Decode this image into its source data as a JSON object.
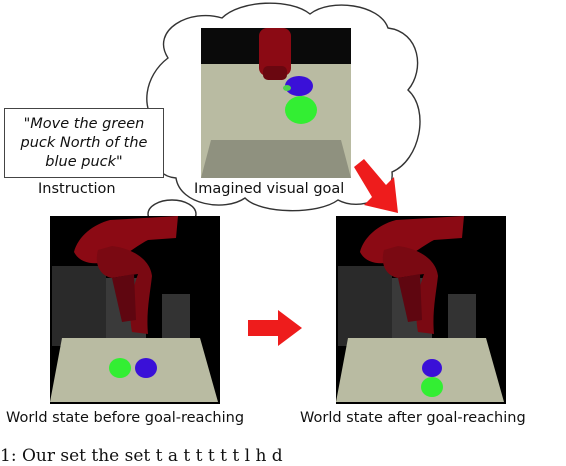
{
  "instruction": {
    "text": "\"Move the green puck North of the blue puck\"",
    "caption": "Instruction"
  },
  "goal_image": {
    "caption": "Imagined visual goal"
  },
  "before_image": {
    "caption": "World state before goal-reaching"
  },
  "after_image": {
    "caption": "World state after goal-reaching"
  },
  "bottom_text": "1:  Our  set  the  set  t  a  t  t  t  t  t  l  h  d",
  "colors": {
    "arrow": "#ee1c1c",
    "robot": "#8b0a14",
    "table": "#b9bba2",
    "green_puck": "#33ee33",
    "blue_puck": "#3a10d8",
    "cloud_outline": "#333333"
  }
}
